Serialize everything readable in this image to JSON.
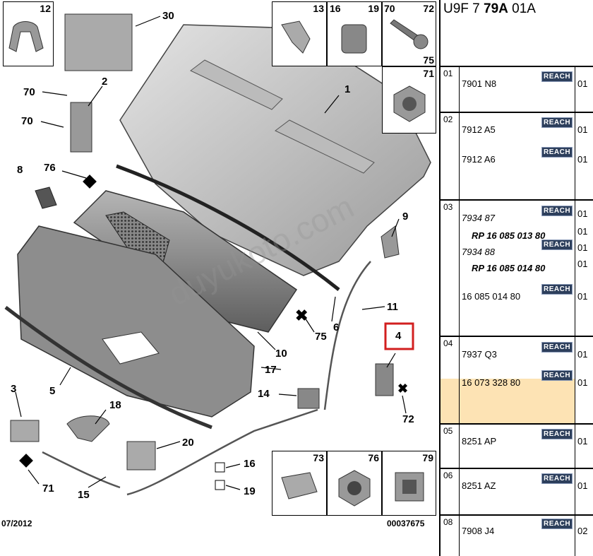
{
  "header": {
    "code_prefix": "U9F 7",
    "code_bold": "79A",
    "code_suffix": "01A"
  },
  "diagram": {
    "date": "07/2012",
    "ref": "00037675",
    "watermark": "duyukoto.com",
    "labels": {
      "l1": "1",
      "l3": "3",
      "l4": "4",
      "l5": "5",
      "l6": "6",
      "l8": "8",
      "l9": "9",
      "l10": "10",
      "l11": "11",
      "l14": "14",
      "l15": "15",
      "l16": "16",
      "l17": "17",
      "l18": "18",
      "l19": "19",
      "l20": "20",
      "l2": "2",
      "l30": "30",
      "l70a": "70",
      "l70b": "70",
      "l71": "71",
      "l72": "72",
      "l75": "75",
      "l76": "76"
    },
    "boxes": {
      "b12": "12",
      "b13": "13",
      "b16": "16",
      "b19": "19",
      "b70": "70",
      "b72": "72",
      "b75": "75",
      "b71": "71",
      "b73": "73",
      "b76": "76",
      "b79": "79"
    }
  },
  "sections": [
    {
      "num": "01",
      "rows": [
        {
          "ref": "7901 N8",
          "style": "n",
          "reach": "REACH",
          "qty": "01"
        }
      ]
    },
    {
      "num": "02",
      "rows": [
        {
          "ref": "7912 A5",
          "style": "n",
          "reach": "REACH",
          "qty": "01"
        },
        {
          "ref": "7912 A6",
          "style": "n",
          "reach": "REACH",
          "qty": "01"
        }
      ]
    },
    {
      "num": "03",
      "rows": [
        {
          "ref": "7934 87",
          "style": "it",
          "reach": "REACH",
          "qty": "01"
        },
        {
          "ref": "RP 16 085 013 80",
          "style": "bi",
          "reach": "",
          "qty": "01"
        },
        {
          "ref": "7934 88",
          "style": "it",
          "reach": "REACH",
          "qty": "01"
        },
        {
          "ref": "RP 16 085 014 80",
          "style": "bi",
          "reach": "",
          "qty": "01"
        },
        {
          "ref": "16 085 014 80",
          "style": "n",
          "reach": "REACH",
          "qty": "01"
        }
      ]
    },
    {
      "num": "04",
      "rows": [
        {
          "ref": "7937 Q3",
          "style": "n",
          "reach": "REACH",
          "qty": "01"
        },
        {
          "ref": "16 073 328 80",
          "style": "n",
          "reach": "REACH",
          "qty": "01"
        }
      ]
    },
    {
      "num": "05",
      "rows": [
        {
          "ref": "8251 AP",
          "style": "n",
          "reach": "REACH",
          "qty": "01"
        }
      ]
    },
    {
      "num": "06",
      "rows": [
        {
          "ref": "8251 AZ",
          "style": "n",
          "reach": "REACH",
          "qty": "01"
        }
      ]
    },
    {
      "num": "08",
      "rows": [
        {
          "ref": "7908 J4",
          "style": "n",
          "reach": "REACH",
          "qty": "02"
        }
      ]
    }
  ]
}
